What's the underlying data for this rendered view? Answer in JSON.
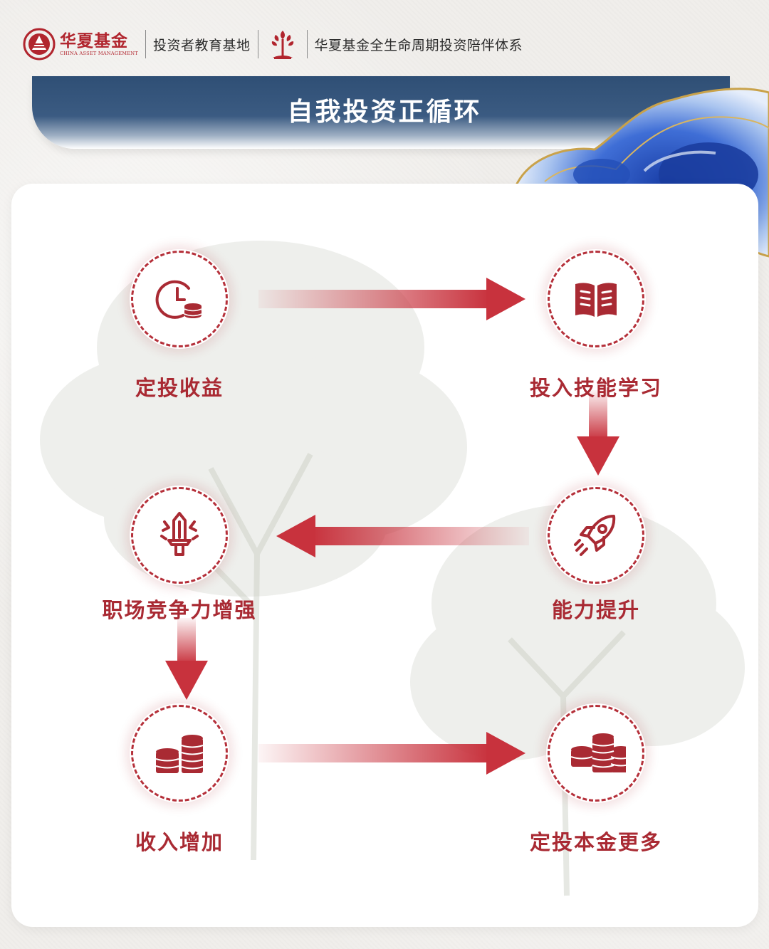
{
  "header": {
    "brand_cn": "华夏基金",
    "brand_en": "CHINA ASSET MANAGEMENT",
    "section1": "投资者教育基地",
    "section2": "华夏基金全生命周期投资陪伴体系"
  },
  "title": "自我投资正循环",
  "nodes": [
    {
      "label": "定投收益",
      "icon": "clock-coins-icon"
    },
    {
      "label": "投入技能学习",
      "icon": "book-icon"
    },
    {
      "label": "能力提升",
      "icon": "rocket-icon"
    },
    {
      "label": "职场竞争力增强",
      "icon": "sword-icon"
    },
    {
      "label": "收入增加",
      "icon": "coin-stacks-icon"
    },
    {
      "label": "定投本金更多",
      "icon": "coin-stacks-more-icon"
    }
  ],
  "flow": [
    {
      "from": "定投收益",
      "to": "投入技能学习"
    },
    {
      "from": "投入技能学习",
      "to": "能力提升"
    },
    {
      "from": "能力提升",
      "to": "职场竞争力增强"
    },
    {
      "from": "职场竞争力增强",
      "to": "收入增加"
    },
    {
      "from": "收入增加",
      "to": "定投本金更多"
    }
  ],
  "colors": {
    "accent": "#b1252e",
    "banner": "#2f4f75",
    "arrow": "#c8323d"
  }
}
